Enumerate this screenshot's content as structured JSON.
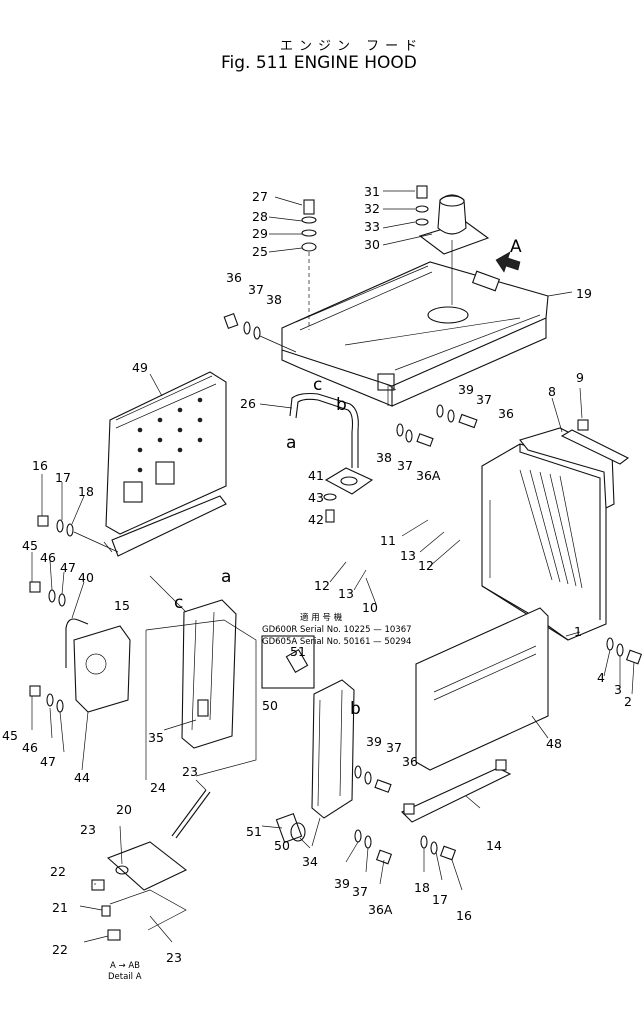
{
  "title": {
    "japanese": "エンジン フード",
    "english": "Fig. 511  ENGINE  HOOD"
  },
  "serial_note": {
    "applicability": "適 用 号 機",
    "line1": "GD600R   Serial No. 10225 — 10367",
    "line2": "GD605A   Serial No. 50161 — 50294"
  },
  "view_marks": {
    "A": "A",
    "a_top": "a",
    "a_left": "a",
    "b_top": "b",
    "b_right": "b",
    "c_top": "c",
    "c_left": "c"
  },
  "detail": {
    "line1": "A  →  AB",
    "line2": "Detail A"
  },
  "callouts": [
    {
      "id": "c27",
      "text": "27"
    },
    {
      "id": "c28",
      "text": "28"
    },
    {
      "id": "c29",
      "text": "29"
    },
    {
      "id": "c25",
      "text": "25"
    },
    {
      "id": "c31",
      "text": "31"
    },
    {
      "id": "c32",
      "text": "32"
    },
    {
      "id": "c33",
      "text": "33"
    },
    {
      "id": "c30",
      "text": "30"
    },
    {
      "id": "c36a",
      "text": "36"
    },
    {
      "id": "c37a",
      "text": "37"
    },
    {
      "id": "c38a",
      "text": "38"
    },
    {
      "id": "c19",
      "text": "19"
    },
    {
      "id": "c49",
      "text": "49"
    },
    {
      "id": "c26",
      "text": "26"
    },
    {
      "id": "c39a",
      "text": "39"
    },
    {
      "id": "c37b",
      "text": "37"
    },
    {
      "id": "c36b",
      "text": "36"
    },
    {
      "id": "c38b",
      "text": "38"
    },
    {
      "id": "c37c",
      "text": "37"
    },
    {
      "id": "c36A1",
      "text": "36A"
    },
    {
      "id": "c41",
      "text": "41"
    },
    {
      "id": "c43",
      "text": "43"
    },
    {
      "id": "c42",
      "text": "42"
    },
    {
      "id": "c9",
      "text": "9"
    },
    {
      "id": "c8",
      "text": "8"
    },
    {
      "id": "c16a",
      "text": "16"
    },
    {
      "id": "c17a",
      "text": "17"
    },
    {
      "id": "c18a",
      "text": "18"
    },
    {
      "id": "c45a",
      "text": "45"
    },
    {
      "id": "c46a",
      "text": "46"
    },
    {
      "id": "c47a",
      "text": "47"
    },
    {
      "id": "c40",
      "text": "40"
    },
    {
      "id": "c15",
      "text": "15"
    },
    {
      "id": "c11",
      "text": "11"
    },
    {
      "id": "c13a",
      "text": "13"
    },
    {
      "id": "c12a",
      "text": "12"
    },
    {
      "id": "c12b",
      "text": "12"
    },
    {
      "id": "c13b",
      "text": "13"
    },
    {
      "id": "c10",
      "text": "10"
    },
    {
      "id": "c51a",
      "text": "51"
    },
    {
      "id": "c1",
      "text": "1"
    },
    {
      "id": "c4",
      "text": "4"
    },
    {
      "id": "c3",
      "text": "3"
    },
    {
      "id": "c2",
      "text": "2"
    },
    {
      "id": "c45b",
      "text": "45"
    },
    {
      "id": "c46b",
      "text": "46"
    },
    {
      "id": "c47b",
      "text": "47"
    },
    {
      "id": "c44",
      "text": "44"
    },
    {
      "id": "c35",
      "text": "35"
    },
    {
      "id": "c50a",
      "text": "50"
    },
    {
      "id": "c39b",
      "text": "39"
    },
    {
      "id": "c37d",
      "text": "37"
    },
    {
      "id": "c36c",
      "text": "36"
    },
    {
      "id": "c48",
      "text": "48"
    },
    {
      "id": "c23a",
      "text": "23"
    },
    {
      "id": "c24",
      "text": "24"
    },
    {
      "id": "c20",
      "text": "20"
    },
    {
      "id": "c23b",
      "text": "23"
    },
    {
      "id": "c51b",
      "text": "51"
    },
    {
      "id": "c50b",
      "text": "50"
    },
    {
      "id": "c34",
      "text": "34"
    },
    {
      "id": "c14",
      "text": "14"
    },
    {
      "id": "c22a",
      "text": "22"
    },
    {
      "id": "c21",
      "text": "21"
    },
    {
      "id": "c22b",
      "text": "22"
    },
    {
      "id": "c23c",
      "text": "23"
    },
    {
      "id": "c39c",
      "text": "39"
    },
    {
      "id": "c37e",
      "text": "37"
    },
    {
      "id": "c36A2",
      "text": "36A"
    },
    {
      "id": "c18b",
      "text": "18"
    },
    {
      "id": "c17b",
      "text": "17"
    },
    {
      "id": "c16b",
      "text": "16"
    }
  ]
}
